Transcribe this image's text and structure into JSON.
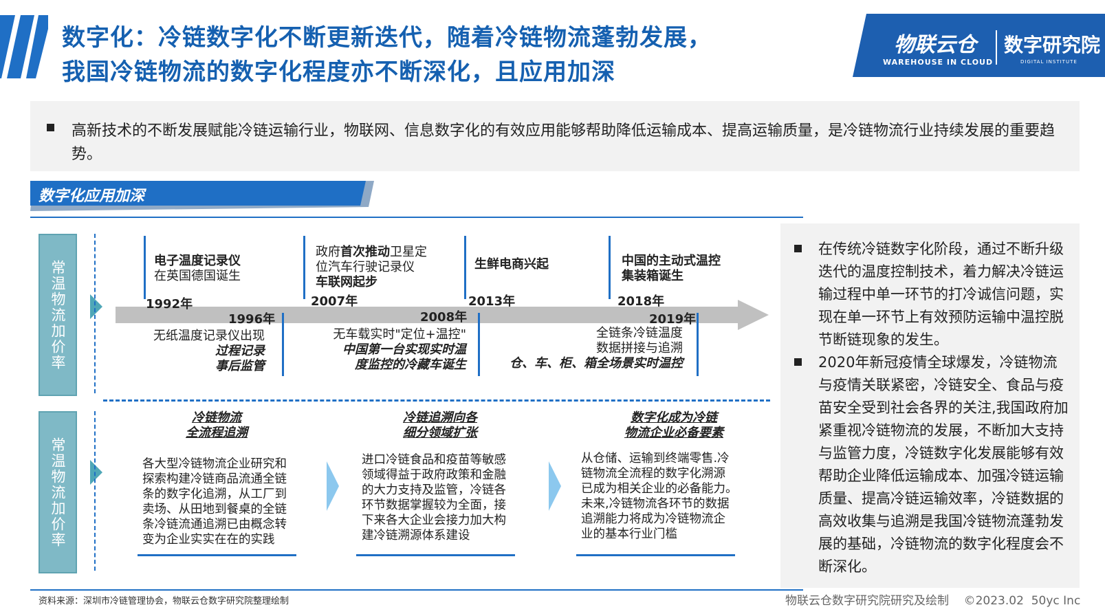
{
  "header": {
    "title_line1": "数字化：冷链数字化不断更新迭代，随着冷链物流蓬勃发展，",
    "title_line2": "我国冷链物流的数字化程度亦不断深化，且应用加深",
    "logo_main": "物联云仓",
    "logo_sub": "WAREHOUSE IN CLOUD",
    "logo_right": "数字研究院",
    "logo_right_sub": "DIGITAL INSTITUTE"
  },
  "intro": {
    "text": "高新技术的不断发展赋能冷链运输行业，物联网、信息数字化的有效应用能够帮助降低运输成本、提高运输质量，是冷链物流行业持续发展的重要趋势。"
  },
  "section": {
    "title": "数字化应用加深"
  },
  "side_labels": [
    "常温物流加价率",
    "常温物流加价率"
  ],
  "timeline_top": [
    {
      "year": "1992年",
      "line1": "电子温度记录仪",
      "line2": "在英国德国诞生"
    },
    {
      "year": "2007年",
      "line1_a": "政府",
      "line1_b": "首次推动",
      "line1_c": "卫星定",
      "line2": "位汽车行驶记录仪",
      "line3": "车联网起步"
    },
    {
      "year": "2013年",
      "line1": "生鲜电商兴起"
    },
    {
      "year": "2018年",
      "line1": "中国的主动式温控",
      "line2": "集装箱诞生"
    }
  ],
  "timeline_bottom": [
    {
      "year": "1996年",
      "line1": "无纸温度记录仪出现",
      "line2": "过程记录",
      "line3": "事后监管"
    },
    {
      "year": "2008年",
      "line1": "无车载实时\"定位+温控\"",
      "line2": "中国第一台实现实时温",
      "line3": "度监控的冷藏车诞生"
    },
    {
      "year": "2019年",
      "line1": "全链条冷链温度",
      "line2": "数据拼接与追溯",
      "line3": "仓、车、柜、箱全场景实时温控"
    }
  ],
  "phases": [
    {
      "title1": "冷链物流",
      "title2": "全流程追溯",
      "body": [
        "各大型冷链物流企业研究和",
        "探索构建冷链商品流通全链",
        "条的数字化追溯，从工厂到",
        "卖场、从田地到餐桌的全链",
        "条冷链流通追溯已由概念转",
        "变为企业实实在在的实践"
      ]
    },
    {
      "title1": "冷链追溯向各",
      "title2": "细分领域扩张",
      "body": [
        "进口冷链食品和疫苗等敏感",
        "领域得益于政府政策和金融",
        "的大力支持及监管，冷链各",
        "环节数据掌握较为全面，接",
        "下来各大企业会接力加大构",
        "建冷链溯源体系建设"
      ]
    },
    {
      "title1": "数字化成为冷链",
      "title2": "物流企业必备要素",
      "body": [
        "从仓储、运输到终端零售.冷",
        "链物流全流程的数字化溯源",
        "已成为相关企业的必备能力。",
        "未来,冷链物流各环节的数据",
        "追溯能力将成为冷链物流企",
        "业的基本行业门槛"
      ]
    }
  ],
  "right_panel": {
    "bullet1": "在传统冷链数字化阶段，通过不断升级迭代的温度控制技术，着力解决冷链运输过程中单一环节的打冷诚信问题，实现在单一环节上有效预防运输中温控脱节断链现象的发生。",
    "bullet2": "2020年新冠疫情全球爆发，冷链物流与疫情关联紧密，冷链安全、食品与疫苗安全受到社会各界的关注,我国政府加紧重视冷链物流的发展，不断加大支持与监管力度，冷链数字化发展能够有效帮助企业降低运输成本、加强冷链运输质量、提高冷链运输效率，冷链数据的高效收集与追溯是我国冷链物流蓬勃发展的基础，冷链物流的数字化程度会不断深化。"
  },
  "footer": {
    "source": "资料来源：深圳市冷链管理协会，物联云仓数字研究院整理绘制",
    "credit": "物联云仓数字研究院研究及绘制    ©2023.02  50yc Inc"
  },
  "colors": {
    "title": "#1560b0",
    "accent": "#1f6fc5",
    "side": "#7fb9c6",
    "panel": "#f2f2f2"
  }
}
